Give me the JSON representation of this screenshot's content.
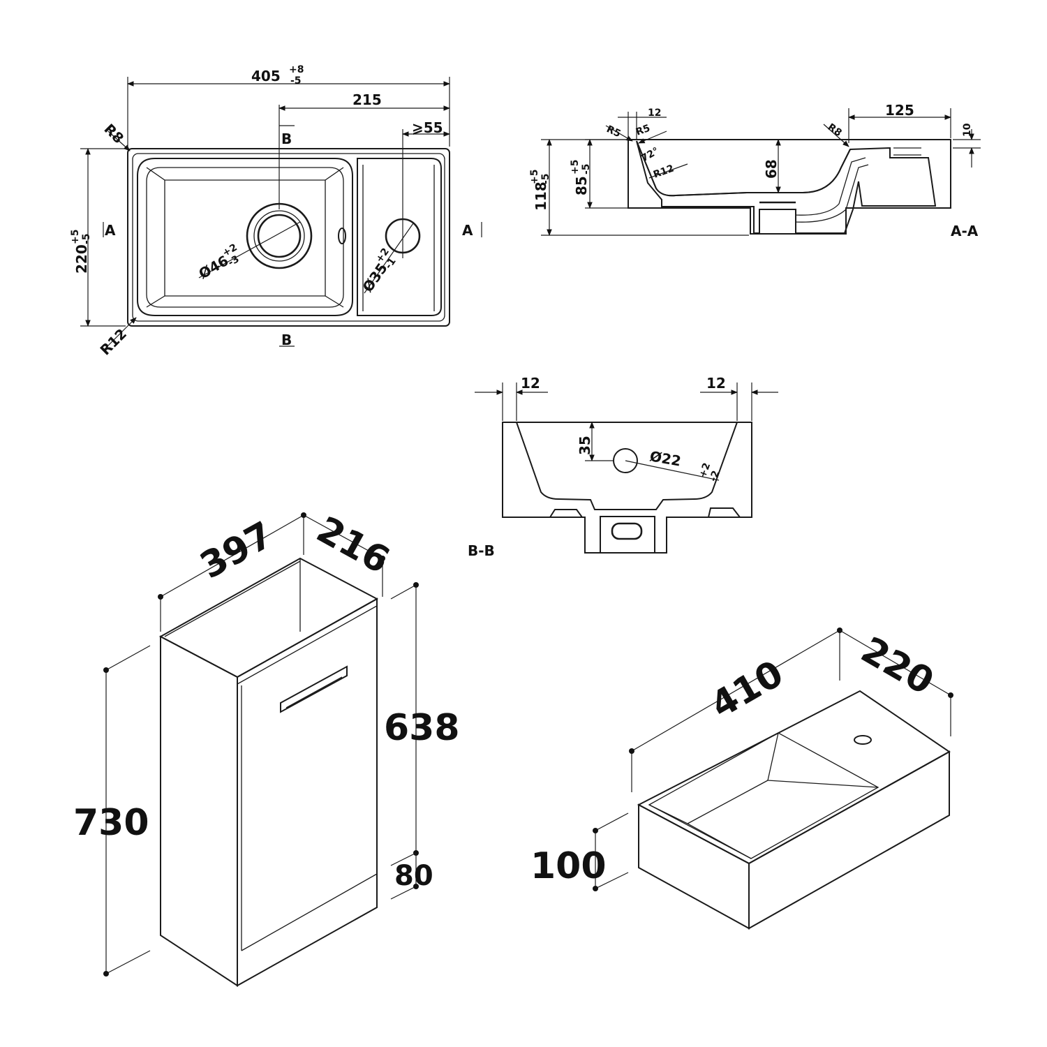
{
  "top_view": {
    "width": "405",
    "width_tol_plus": "+8",
    "width_tol_minus": "-5",
    "offset": "215",
    "min_edge": "⩾55",
    "corner_outer": "R8",
    "corner_inner": "R12",
    "depth": "220",
    "depth_tol_plus": "+5",
    "depth_tol_minus": "-5",
    "waste": "Ø46",
    "waste_tol_plus": "+2",
    "waste_tol_minus": "-3",
    "tap_hole": "Ø35",
    "tap_tol_plus": "+2",
    "tap_tol_minus": "-1",
    "section_a": "A",
    "section_b": "B"
  },
  "section_aa": {
    "label": "A-A",
    "rim_12": "12",
    "r5_left": "R5",
    "r5_right": "R5",
    "r8": "R8",
    "angle": "72°",
    "r12": "R12",
    "shelf": "125",
    "shelf_depth": "10",
    "bowl_depth": "68",
    "inner_height": "85",
    "inner_tol_plus": "+5",
    "inner_tol_minus": "-5",
    "total_height": "118",
    "total_tol_plus": "+5",
    "total_tol_minus": "-5"
  },
  "section_bb": {
    "label": "B-B",
    "wall_left": "12",
    "wall_right": "12",
    "overflow_height": "35",
    "overflow": "Ø22",
    "overflow_tol_plus": "+2",
    "overflow_tol_minus": "-2"
  },
  "cabinet": {
    "width": "397",
    "depth": "216",
    "total_height": "730",
    "body_height": "638",
    "plinth": "80"
  },
  "basin_iso": {
    "length": "410",
    "width": "220",
    "height": "100"
  }
}
